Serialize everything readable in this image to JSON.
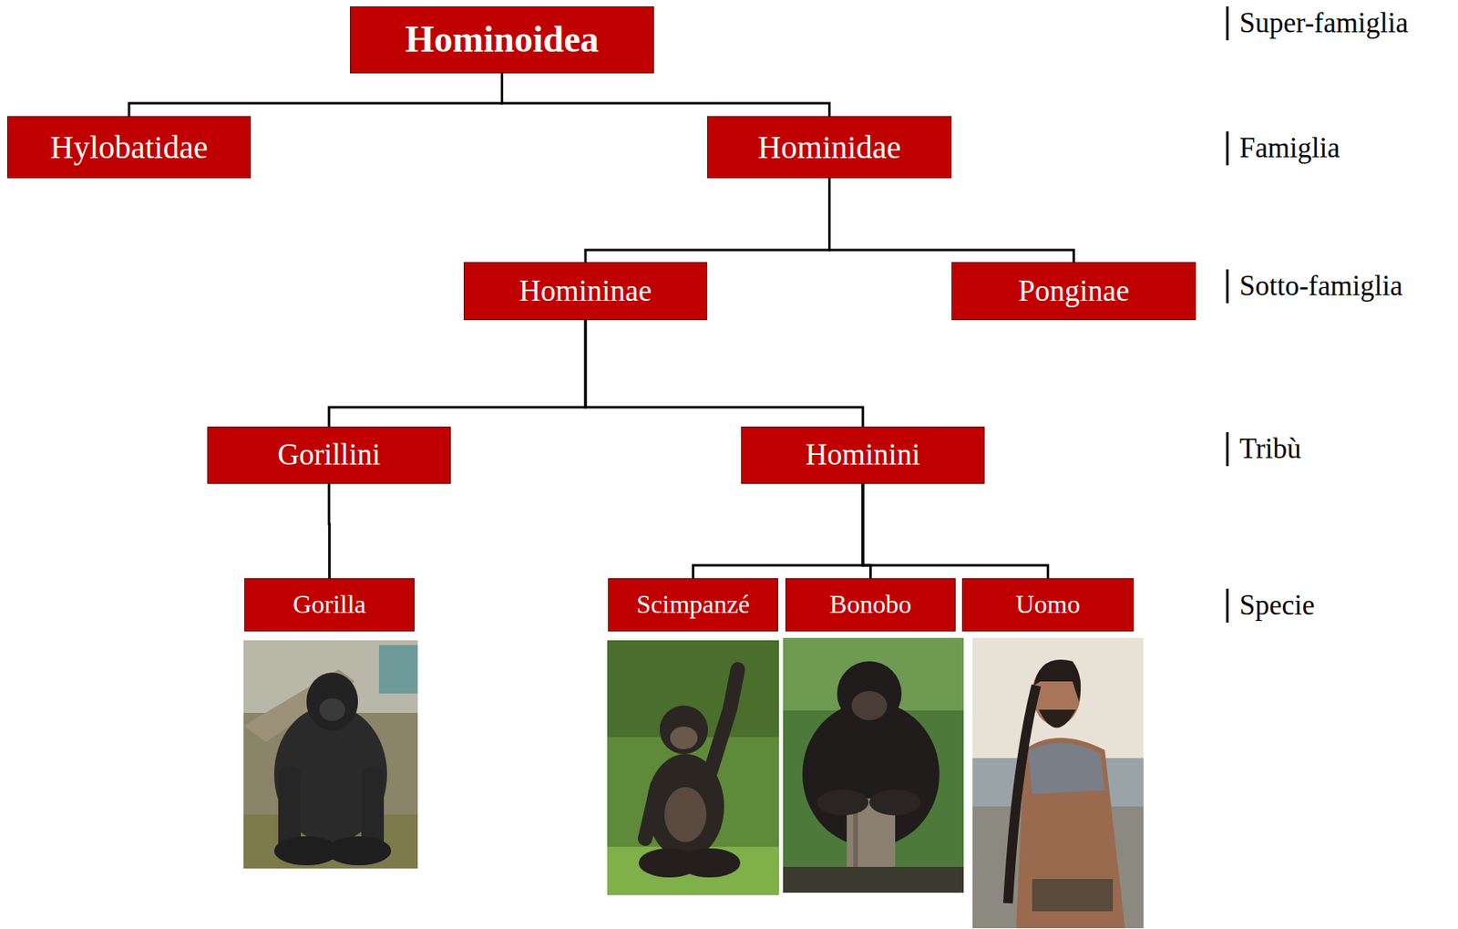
{
  "diagram": {
    "nodes": [
      {
        "text": [
          "Hominoidea"
        ]
      },
      {
        "text": [
          "Hylobatidae"
        ]
      },
      {
        "text": [
          "Hominidae"
        ]
      },
      {
        "text": [
          "Homininae"
        ]
      },
      {
        "text": [
          "Ponginae"
        ]
      },
      {
        "text": [
          "Gorillini"
        ]
      },
      {
        "text": [
          "Hominini"
        ]
      },
      {
        "text": [
          "Gorilla"
        ]
      },
      {
        "text": [
          "Scimpanzé"
        ]
      },
      {
        "text": [
          "Bonobo"
        ]
      },
      {
        "text": [
          "Uomo"
        ]
      }
    ],
    "edges": [
      {
        "from": 0,
        "to": 1,
        "arrow": "none"
      },
      {
        "from": 0,
        "to": 2,
        "arrow": "none"
      },
      {
        "from": 2,
        "to": 3,
        "arrow": "none"
      },
      {
        "from": 2,
        "to": 4,
        "arrow": "none"
      },
      {
        "from": 3,
        "to": 5,
        "arrow": "none"
      },
      {
        "from": 3,
        "to": 6,
        "arrow": "none"
      },
      {
        "from": 5,
        "to": 7,
        "arrow": "none"
      },
      {
        "from": 6,
        "to": 8,
        "arrow": "none"
      },
      {
        "from": 6,
        "to": 9,
        "arrow": "none"
      },
      {
        "from": 6,
        "to": 10,
        "arrow": "none"
      }
    ],
    "labels": [
      "Super-famiglia",
      "Famiglia",
      "Sotto-famiglia",
      "Tribù",
      "Specie"
    ]
  }
}
